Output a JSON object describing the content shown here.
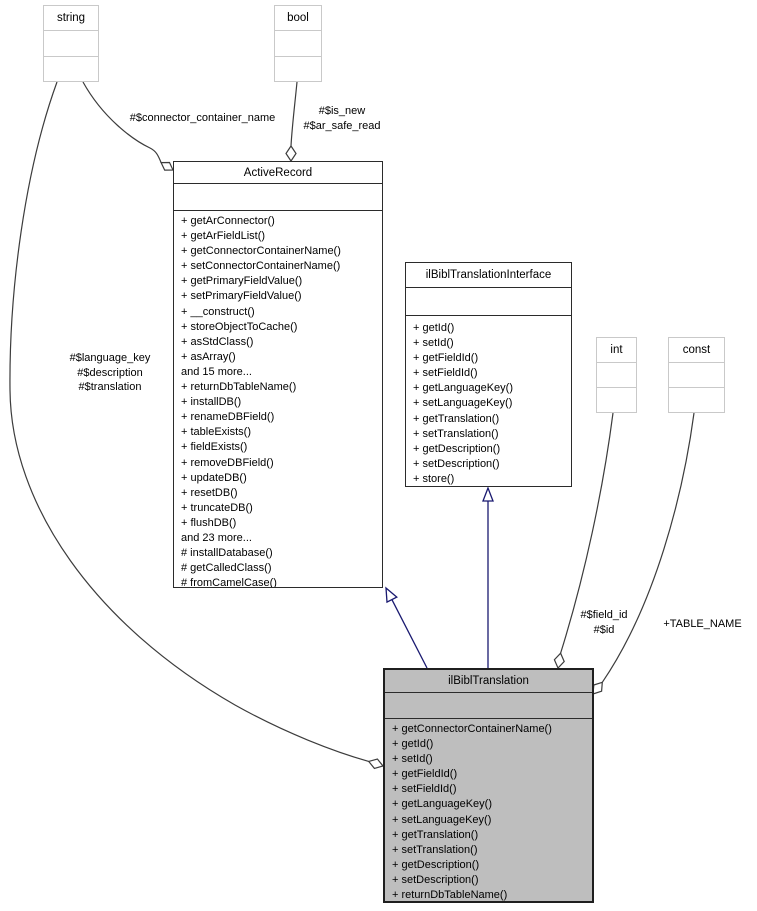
{
  "classes": {
    "string_type": {
      "name": "string"
    },
    "bool_type": {
      "name": "bool"
    },
    "int_type": {
      "name": "int"
    },
    "const_type": {
      "name": "const"
    },
    "active_record": {
      "name": "ActiveRecord",
      "members": [
        "+ getArConnector()",
        "+ getArFieldList()",
        "+ getConnectorContainerName()",
        "+ setConnectorContainerName()",
        "+ getPrimaryFieldValue()",
        "+ setPrimaryFieldValue()",
        "+ __construct()",
        "+ storeObjectToCache()",
        "+ asStdClass()",
        "+ asArray()",
        "and 15 more...",
        "+ returnDbTableName()",
        "+ installDB()",
        "+ renameDBField()",
        "+ tableExists()",
        "+ fieldExists()",
        "+ removeDBField()",
        "+ updateDB()",
        "+ resetDB()",
        "+ truncateDB()",
        "+ flushDB()",
        "and 23 more...",
        "# installDatabase()",
        "# getCalledClass()",
        "# fromCamelCase()"
      ]
    },
    "ibt_interface": {
      "name": "ilBiblTranslationInterface",
      "members": [
        "+ getId()",
        "+ setId()",
        "+ getFieldId()",
        "+ setFieldId()",
        "+ getLanguageKey()",
        "+ setLanguageKey()",
        "+ getTranslation()",
        "+ setTranslation()",
        "+ getDescription()",
        "+ setDescription()",
        "+ store()"
      ]
    },
    "ibt": {
      "name": "ilBiblTranslation",
      "members": [
        "+ getConnectorContainerName()",
        "+ getId()",
        "+ setId()",
        "+ getFieldId()",
        "+ setFieldId()",
        "+ getLanguageKey()",
        "+ setLanguageKey()",
        "+ getTranslation()",
        "+ setTranslation()",
        "+ getDescription()",
        "+ setDescription()",
        "+ returnDbTableName()"
      ]
    }
  },
  "edge_labels": {
    "connector_container_name": "#$connector_container_name",
    "is_new": "#$is_new",
    "ar_safe_read": "#$ar_safe_read",
    "language_key": "#$language_key",
    "description": "#$description",
    "translation": "#$translation",
    "field_id": "#$field_id",
    "id": "#$id",
    "table_name": "+TABLE_NAME"
  },
  "colors": {
    "highlight_fill": "#bebebe",
    "inheritance_edge": "#191970",
    "aggregation_edge": "#3c3c3c",
    "type_box_border": "#c9c9c9",
    "class_box_border": "#2b2b2b"
  }
}
